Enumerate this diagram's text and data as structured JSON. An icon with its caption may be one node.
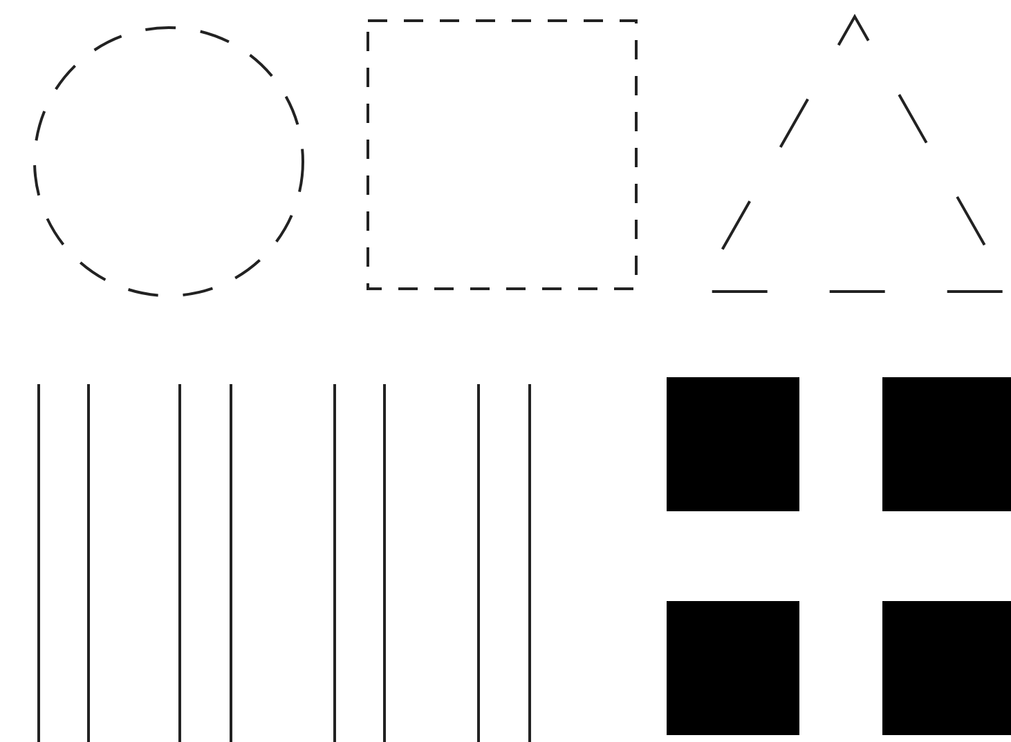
{
  "diagram": {
    "nodes": [
      {
        "text": [],
        "shape": "circle"
      },
      {
        "text": [],
        "shape": "box"
      },
      {
        "text": [],
        "shape": "triangle"
      },
      {
        "text": [],
        "shape": "box"
      },
      {
        "text": [],
        "shape": "box"
      },
      {
        "text": [],
        "shape": "box"
      },
      {
        "text": [],
        "shape": "box"
      }
    ]
  }
}
